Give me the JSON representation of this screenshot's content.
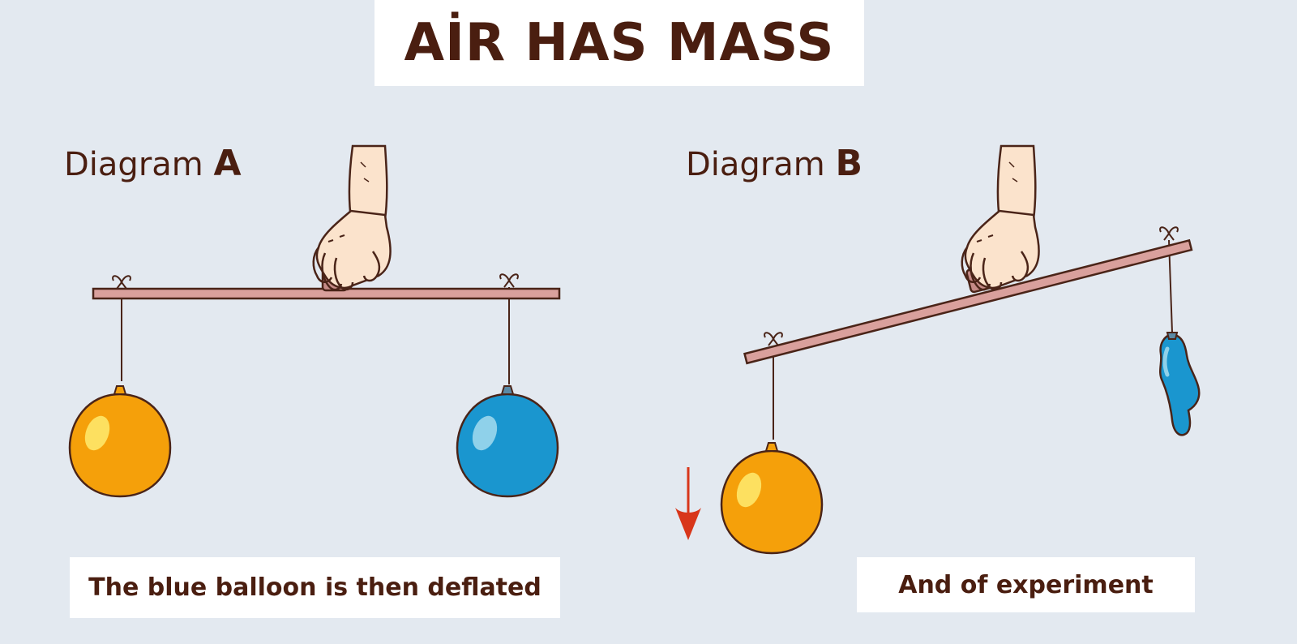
{
  "title": "AİR HAS MASS",
  "diagram_a": {
    "prefix": "Diagram",
    "letter": "A"
  },
  "diagram_b": {
    "prefix": "Diagram",
    "letter": "B"
  },
  "caption_a": "The blue balloon is then deflated",
  "caption_b": "And of experiment",
  "colors": {
    "background": "#e3e9f0",
    "text": "#4a1e10",
    "stick": "#d9a09c",
    "outline": "#4a2418",
    "orange_balloon": "#f5a00a",
    "blue_balloon": "#1a96cf",
    "arrow": "#d8361a",
    "skin": "#fbe3cc"
  },
  "icons": [
    "hand-icon",
    "orange-balloon-icon",
    "blue-balloon-icon",
    "deflated-balloon-icon",
    "down-arrow-icon"
  ]
}
